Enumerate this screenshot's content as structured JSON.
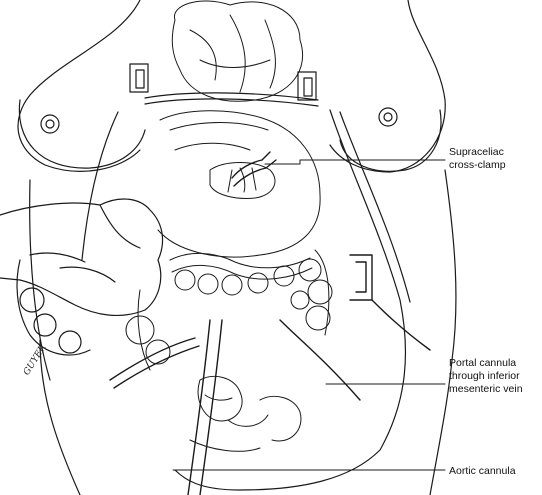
{
  "labels": {
    "supraceliac": [
      "Supraceliac",
      "cross-clamp"
    ],
    "portal": [
      "Portal cannula",
      "through inferior",
      "mesenteric vein"
    ],
    "aortic": [
      "Aortic cannula"
    ]
  },
  "signature": "GUYER"
}
